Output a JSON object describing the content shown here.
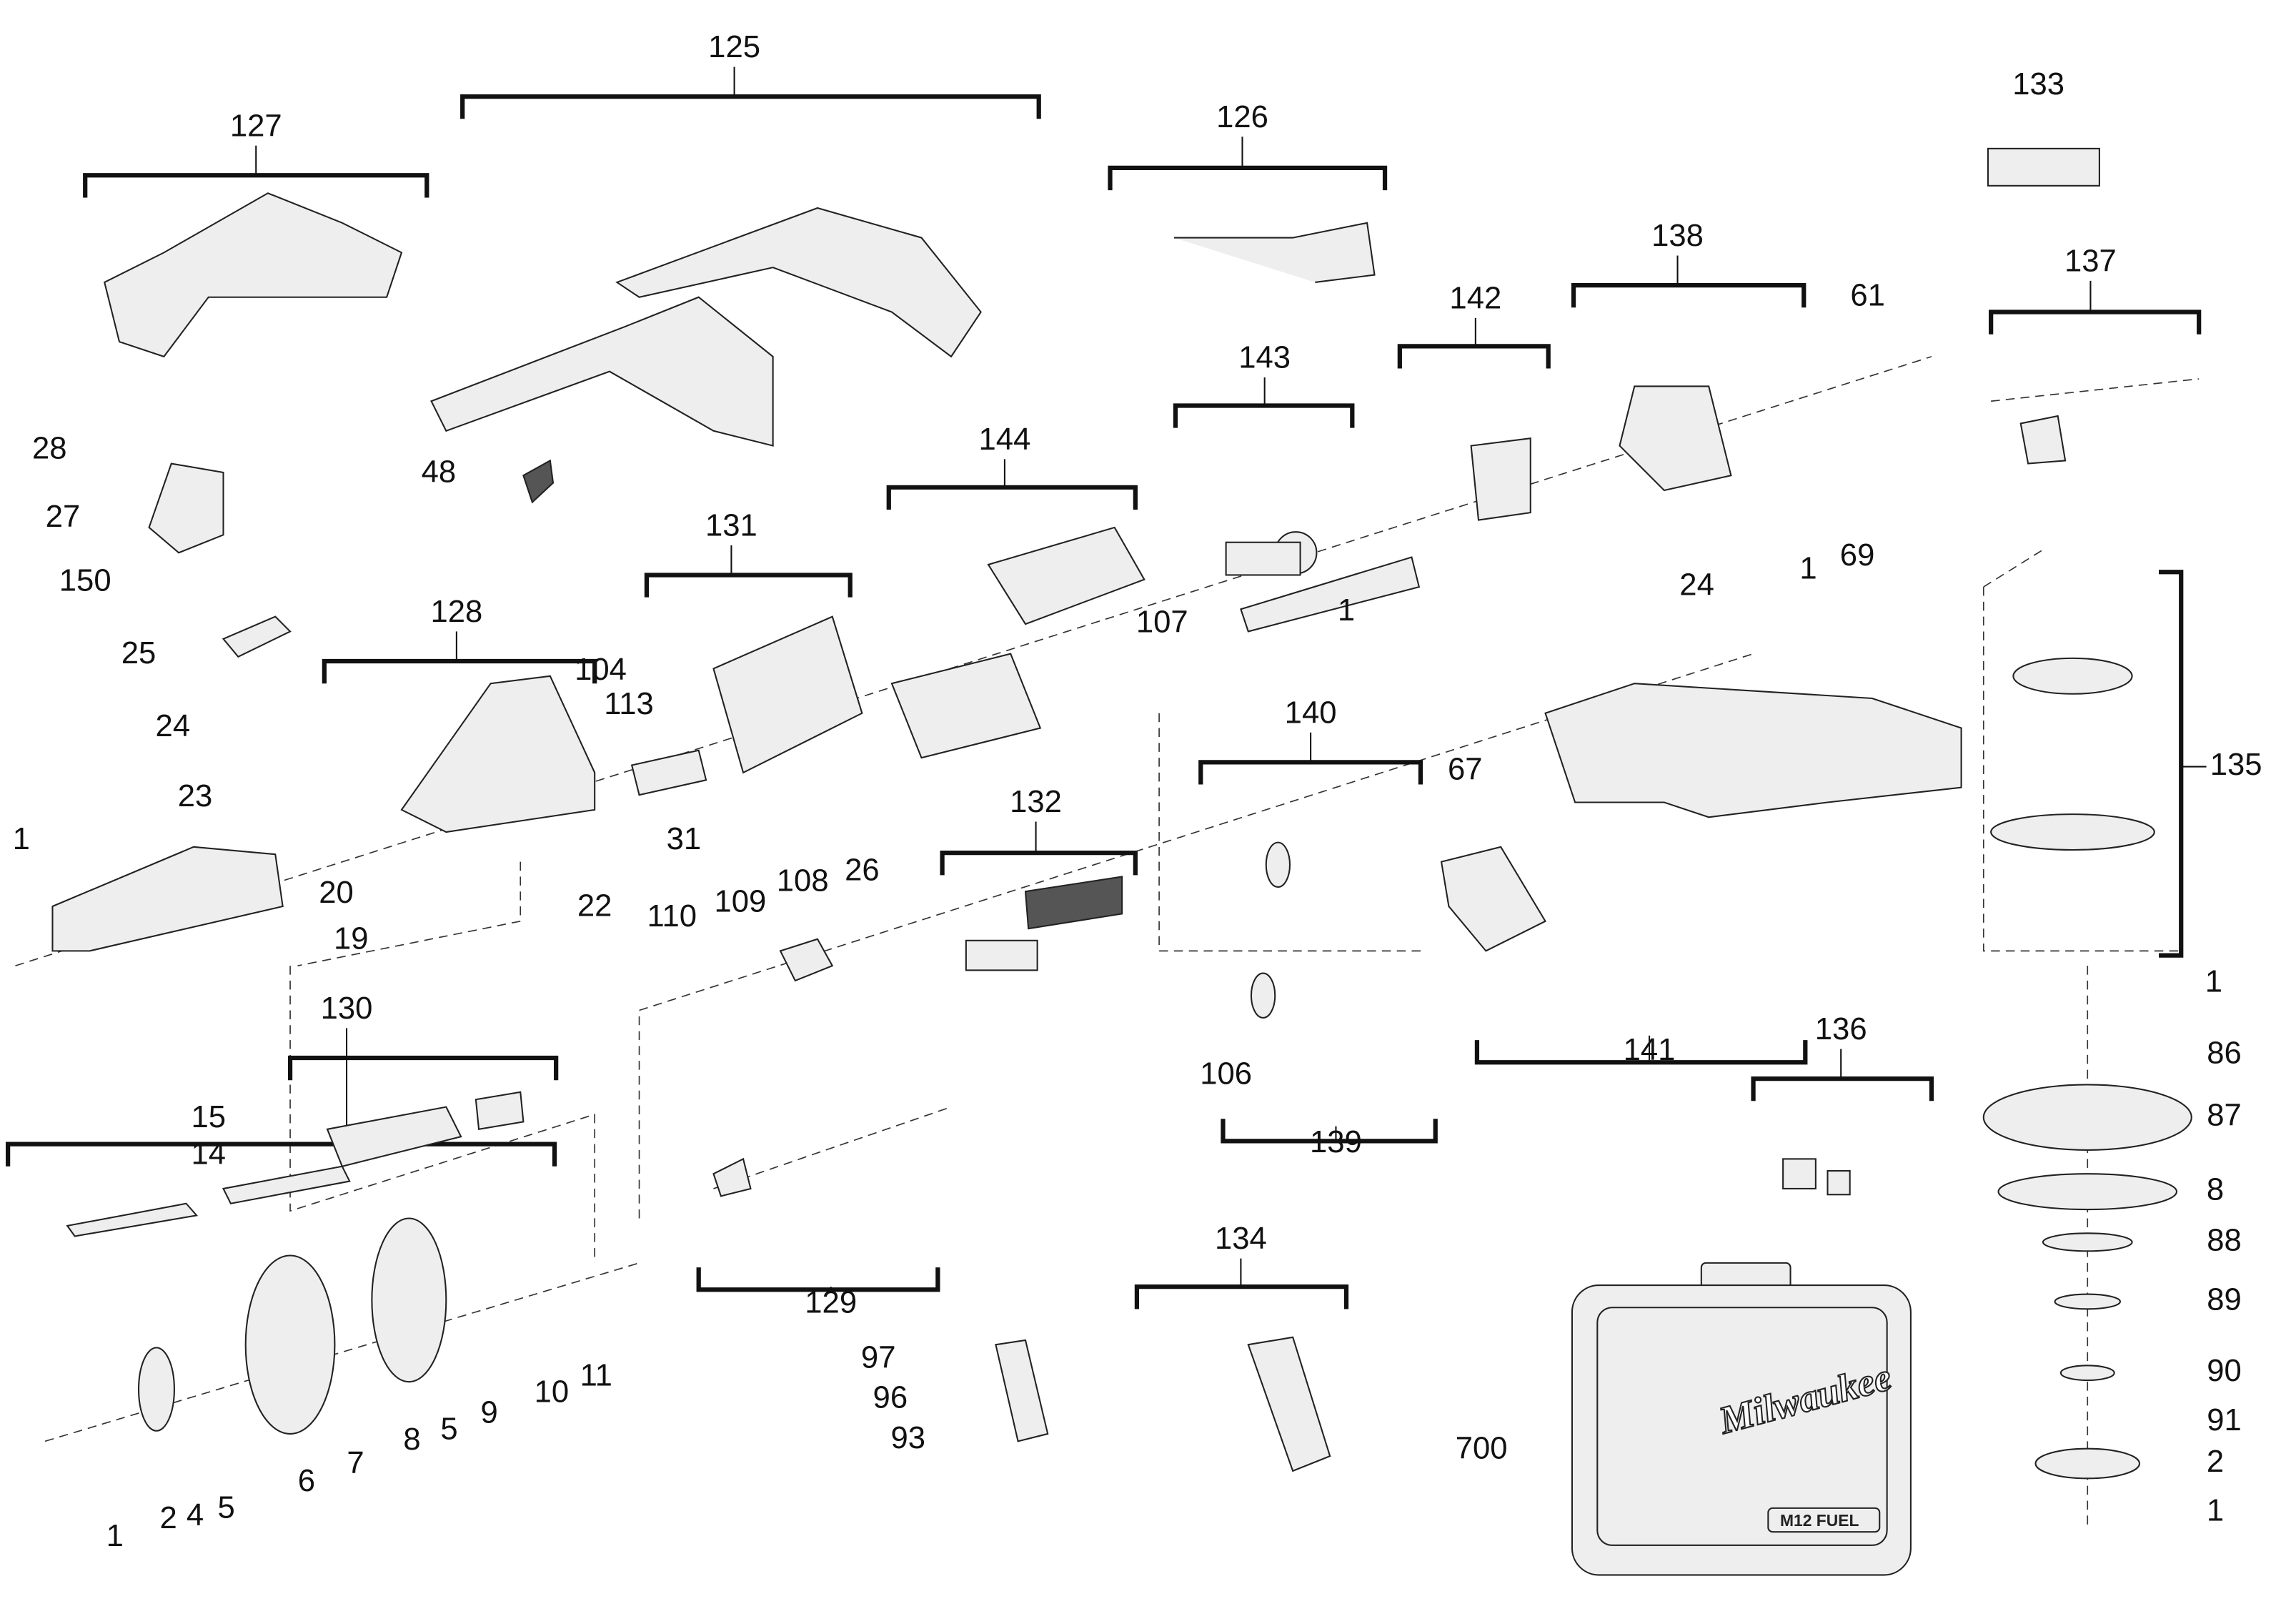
{
  "callouts": [
    "125",
    "127",
    "126",
    "133",
    "138",
    "61",
    "137",
    "142",
    "143",
    "144",
    "131",
    "128",
    "28",
    "27",
    "150",
    "25",
    "48",
    "24",
    "104",
    "113",
    "107",
    "1",
    "24",
    "1",
    "69",
    "140",
    "67",
    "135",
    "23",
    "1",
    "20",
    "19",
    "22",
    "31",
    "132",
    "110",
    "109",
    "108",
    "26",
    "130",
    "15",
    "14",
    "1",
    "106",
    "141",
    "139",
    "136",
    "86",
    "87",
    "8",
    "88",
    "89",
    "90",
    "91",
    "2",
    "1",
    "134",
    "129",
    "97",
    "96",
    "93",
    "700",
    "10",
    "11",
    "9",
    "5",
    "8",
    "7",
    "6",
    "2",
    "4",
    "5",
    "1"
  ],
  "case_logo": "Milwaukee",
  "case_badge": "M12 FUEL",
  "label_logo": "Milwaukee"
}
